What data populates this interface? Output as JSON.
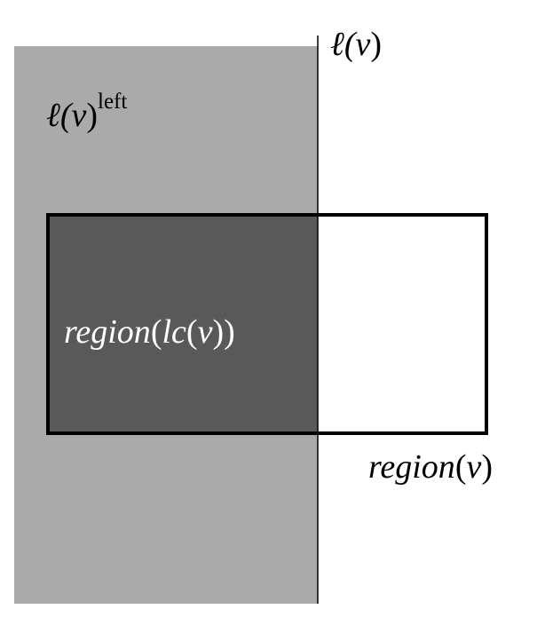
{
  "labels": {
    "line_l_base": "ℓ(",
    "line_l_nu": "ν",
    "line_l_close": ")",
    "left_half_base": "ℓ(",
    "left_half_nu": "ν",
    "left_half_close": ")",
    "left_half_sup": "left",
    "region_lc_prefix": "region",
    "region_lc_open": "(",
    "region_lc_lc": "lc",
    "region_lc_open2": "(",
    "region_lc_nu": "ν",
    "region_lc_close": "))",
    "region_v_prefix": "region",
    "region_v_open": "(",
    "region_v_nu": "ν",
    "region_v_close": ")"
  },
  "colors": {
    "half_plane_fill": "#aaaaaa",
    "intersection_fill": "#595959",
    "stroke": "#000000",
    "light_text": "#ffffff",
    "dark_text": "#000000",
    "background": "#ffffff"
  }
}
